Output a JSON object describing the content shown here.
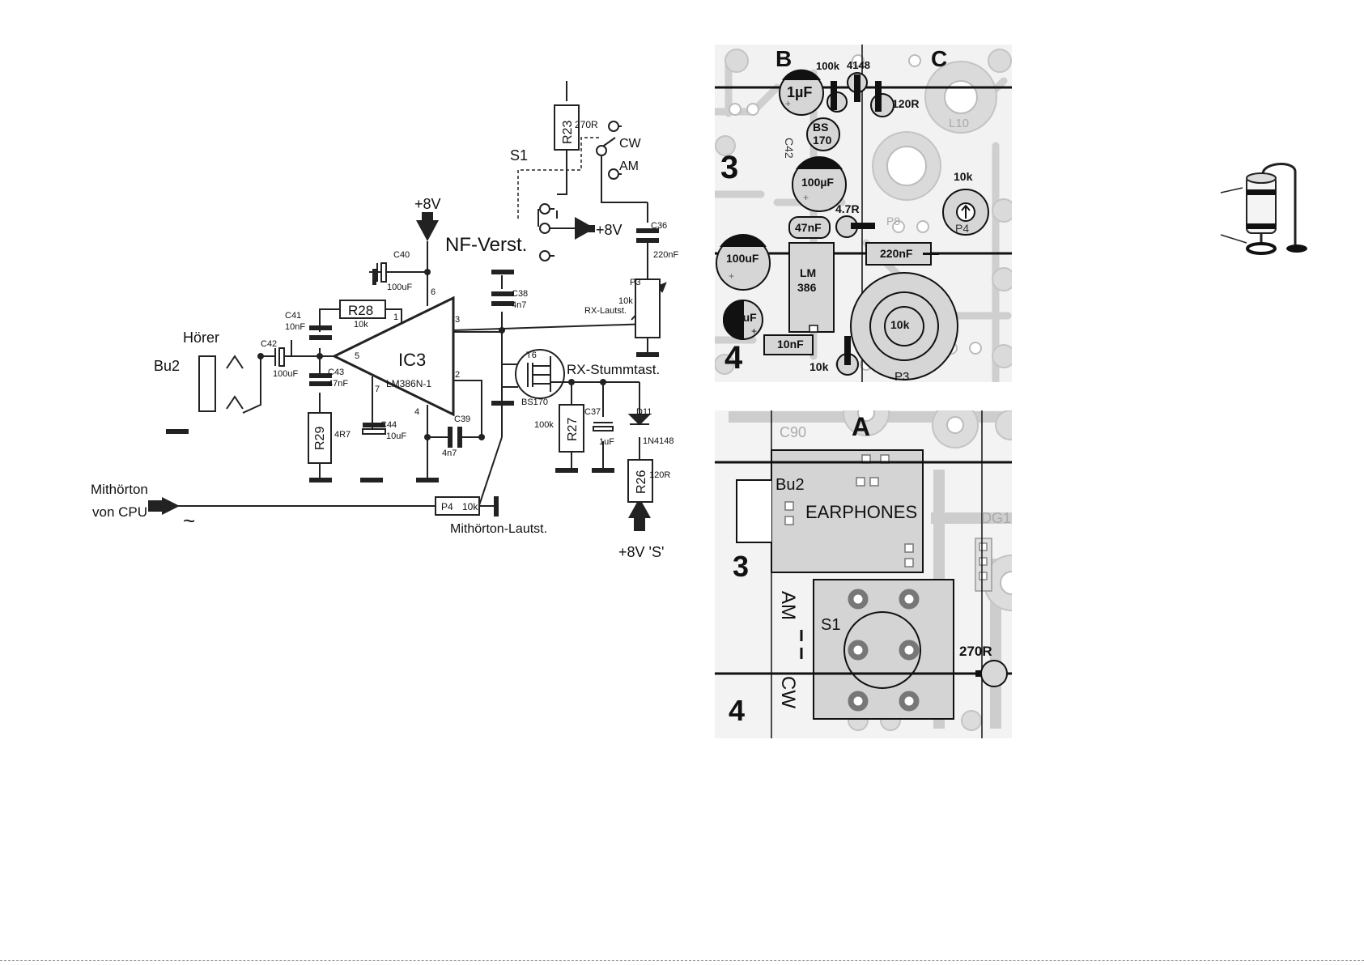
{
  "schematic": {
    "title": "NF-Verst.",
    "jack": {
      "ref": "Bu2",
      "name": "Hörer"
    },
    "ic": {
      "ref": "IC3",
      "type": "LM386N-1",
      "pins": [
        "1",
        "2",
        "3",
        "4",
        "5",
        "6",
        "7"
      ]
    },
    "supply": "+8V",
    "supply_s": "+8V 'S'",
    "switch": {
      "ref": "S1",
      "cw": "CW",
      "am": "AM"
    },
    "r23": {
      "ref": "R23",
      "value": "270R"
    },
    "c36": {
      "ref": "C36",
      "value": "220nF"
    },
    "p3": {
      "ref": "P3",
      "value": "10k",
      "name": "RX-Lautst."
    },
    "c40": {
      "ref": "C40",
      "value": "100uF"
    },
    "r28": {
      "ref": "R28",
      "value": "10k"
    },
    "c41": {
      "ref": "C41",
      "value": "10nF"
    },
    "c42": {
      "ref": "C42",
      "value": "100uF"
    },
    "c43": {
      "ref": "C43",
      "value": "47nF"
    },
    "r29": {
      "ref": "R29",
      "value": "4R7"
    },
    "c44": {
      "ref": "C44",
      "value": "10uF"
    },
    "c39": {
      "ref": "C39",
      "value": "4n7"
    },
    "c38": {
      "ref": "C38",
      "value": "4n7"
    },
    "t6": {
      "ref": "T6",
      "type": "BS170"
    },
    "mute": "RX-Stummtast.",
    "r27": {
      "ref": "R27",
      "value": "100k"
    },
    "c37": {
      "ref": "C37",
      "value": "1uF"
    },
    "d11": {
      "ref": "D11",
      "type": "1N4148"
    },
    "r26": {
      "ref": "R26",
      "value": "120R"
    },
    "p4": {
      "ref": "P4",
      "value": "10k",
      "name": "Mithörton-Lautst."
    },
    "sidetone_1": "Mithörton",
    "sidetone_2": "von CPU",
    "tilde": "~"
  },
  "pcb_top": {
    "col_b": "B",
    "col_c": "C",
    "row_3": "3",
    "row_4": "4",
    "c_1uf": "1µF",
    "r_100k": "100k",
    "d_4148": "4148",
    "r_120r": "120R",
    "bs_1": "BS",
    "bs_2": "170",
    "c42_silk": "C42",
    "c_100uf": "100µF",
    "r_4r7": "4.7R",
    "p4_val": "10k",
    "p4_ref": "P4",
    "c_47nf": "47nF",
    "lm_1": "LM",
    "lm_2": "386",
    "c_220nf": "220nF",
    "c_100uf_b": "100uF",
    "c_10uf": "10uF",
    "pot_10k": "10k",
    "c_10nf": "10nF",
    "r_10k": "10k",
    "p3_ref": "P3",
    "l10": "L10",
    "p8": "P8",
    "plus": "+"
  },
  "pcb_bottom": {
    "col_a": "A",
    "c90": "C90",
    "row_3": "3",
    "row_4": "4",
    "bu2": "Bu2",
    "earphones": "EARPHONES",
    "s1": "S1",
    "am": "AM",
    "cw": "CW",
    "r270": "270R",
    "dg1": "DG1"
  }
}
